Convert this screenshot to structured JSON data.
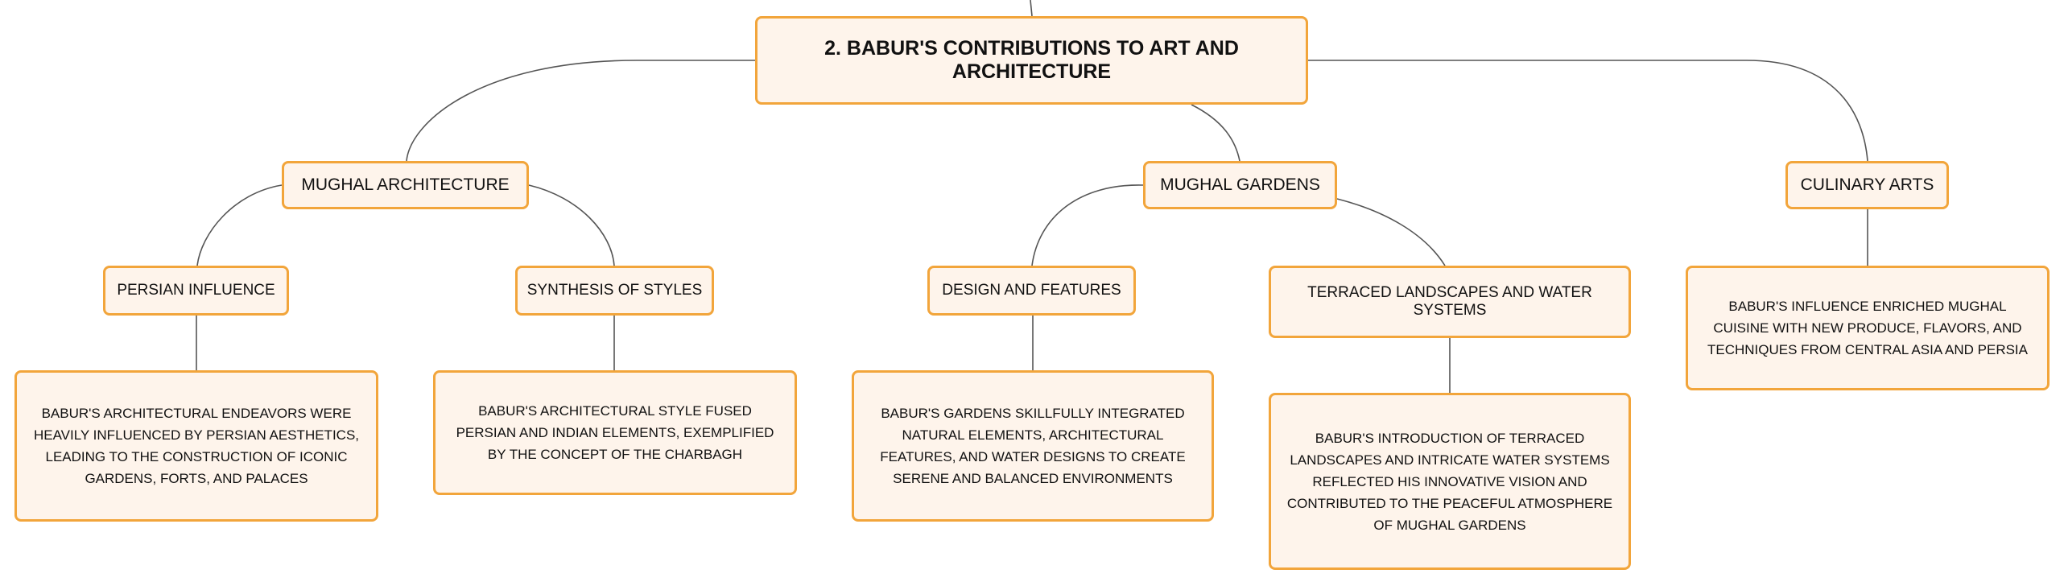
{
  "mindmap": {
    "root": {
      "label": "2. BABUR'S CONTRIBUTIONS TO ART AND ARCHITECTURE"
    },
    "branches": [
      {
        "label": "MUGHAL ARCHITECTURE",
        "children": [
          {
            "label": "PERSIAN INFLUENCE",
            "detail": "BABUR'S ARCHITECTURAL ENDEAVORS WERE HEAVILY INFLUENCED BY PERSIAN AESTHETICS, LEADING TO THE CONSTRUCTION OF ICONIC GARDENS, FORTS, AND PALACES"
          },
          {
            "label": "SYNTHESIS OF STYLES",
            "detail": "BABUR'S ARCHITECTURAL STYLE FUSED PERSIAN AND INDIAN ELEMENTS, EXEMPLIFIED BY THE CONCEPT OF THE CHARBAGH"
          }
        ]
      },
      {
        "label": "MUGHAL GARDENS",
        "children": [
          {
            "label": "DESIGN AND FEATURES",
            "detail": "BABUR'S GARDENS SKILLFULLY INTEGRATED NATURAL ELEMENTS, ARCHITECTURAL FEATURES, AND WATER DESIGNS TO CREATE SERENE AND BALANCED ENVIRONMENTS"
          },
          {
            "label": "TERRACED LANDSCAPES AND WATER SYSTEMS",
            "detail": "BABUR'S INTRODUCTION OF TERRACED LANDSCAPES AND INTRICATE WATER SYSTEMS REFLECTED HIS INNOVATIVE VISION AND CONTRIBUTED TO THE PEACEFUL ATMOSPHERE OF MUGHAL GARDENS"
          }
        ]
      },
      {
        "label": "CULINARY ARTS",
        "detail": "BABUR'S INFLUENCE ENRICHED MUGHAL CUISINE WITH NEW PRODUCE, FLAVORS, AND TECHNIQUES FROM CENTRAL ASIA AND PERSIA"
      }
    ]
  },
  "colors": {
    "node_border": "#f2a53b",
    "node_fill": "#fef4eb",
    "connector": "#555555",
    "text": "#111111"
  }
}
